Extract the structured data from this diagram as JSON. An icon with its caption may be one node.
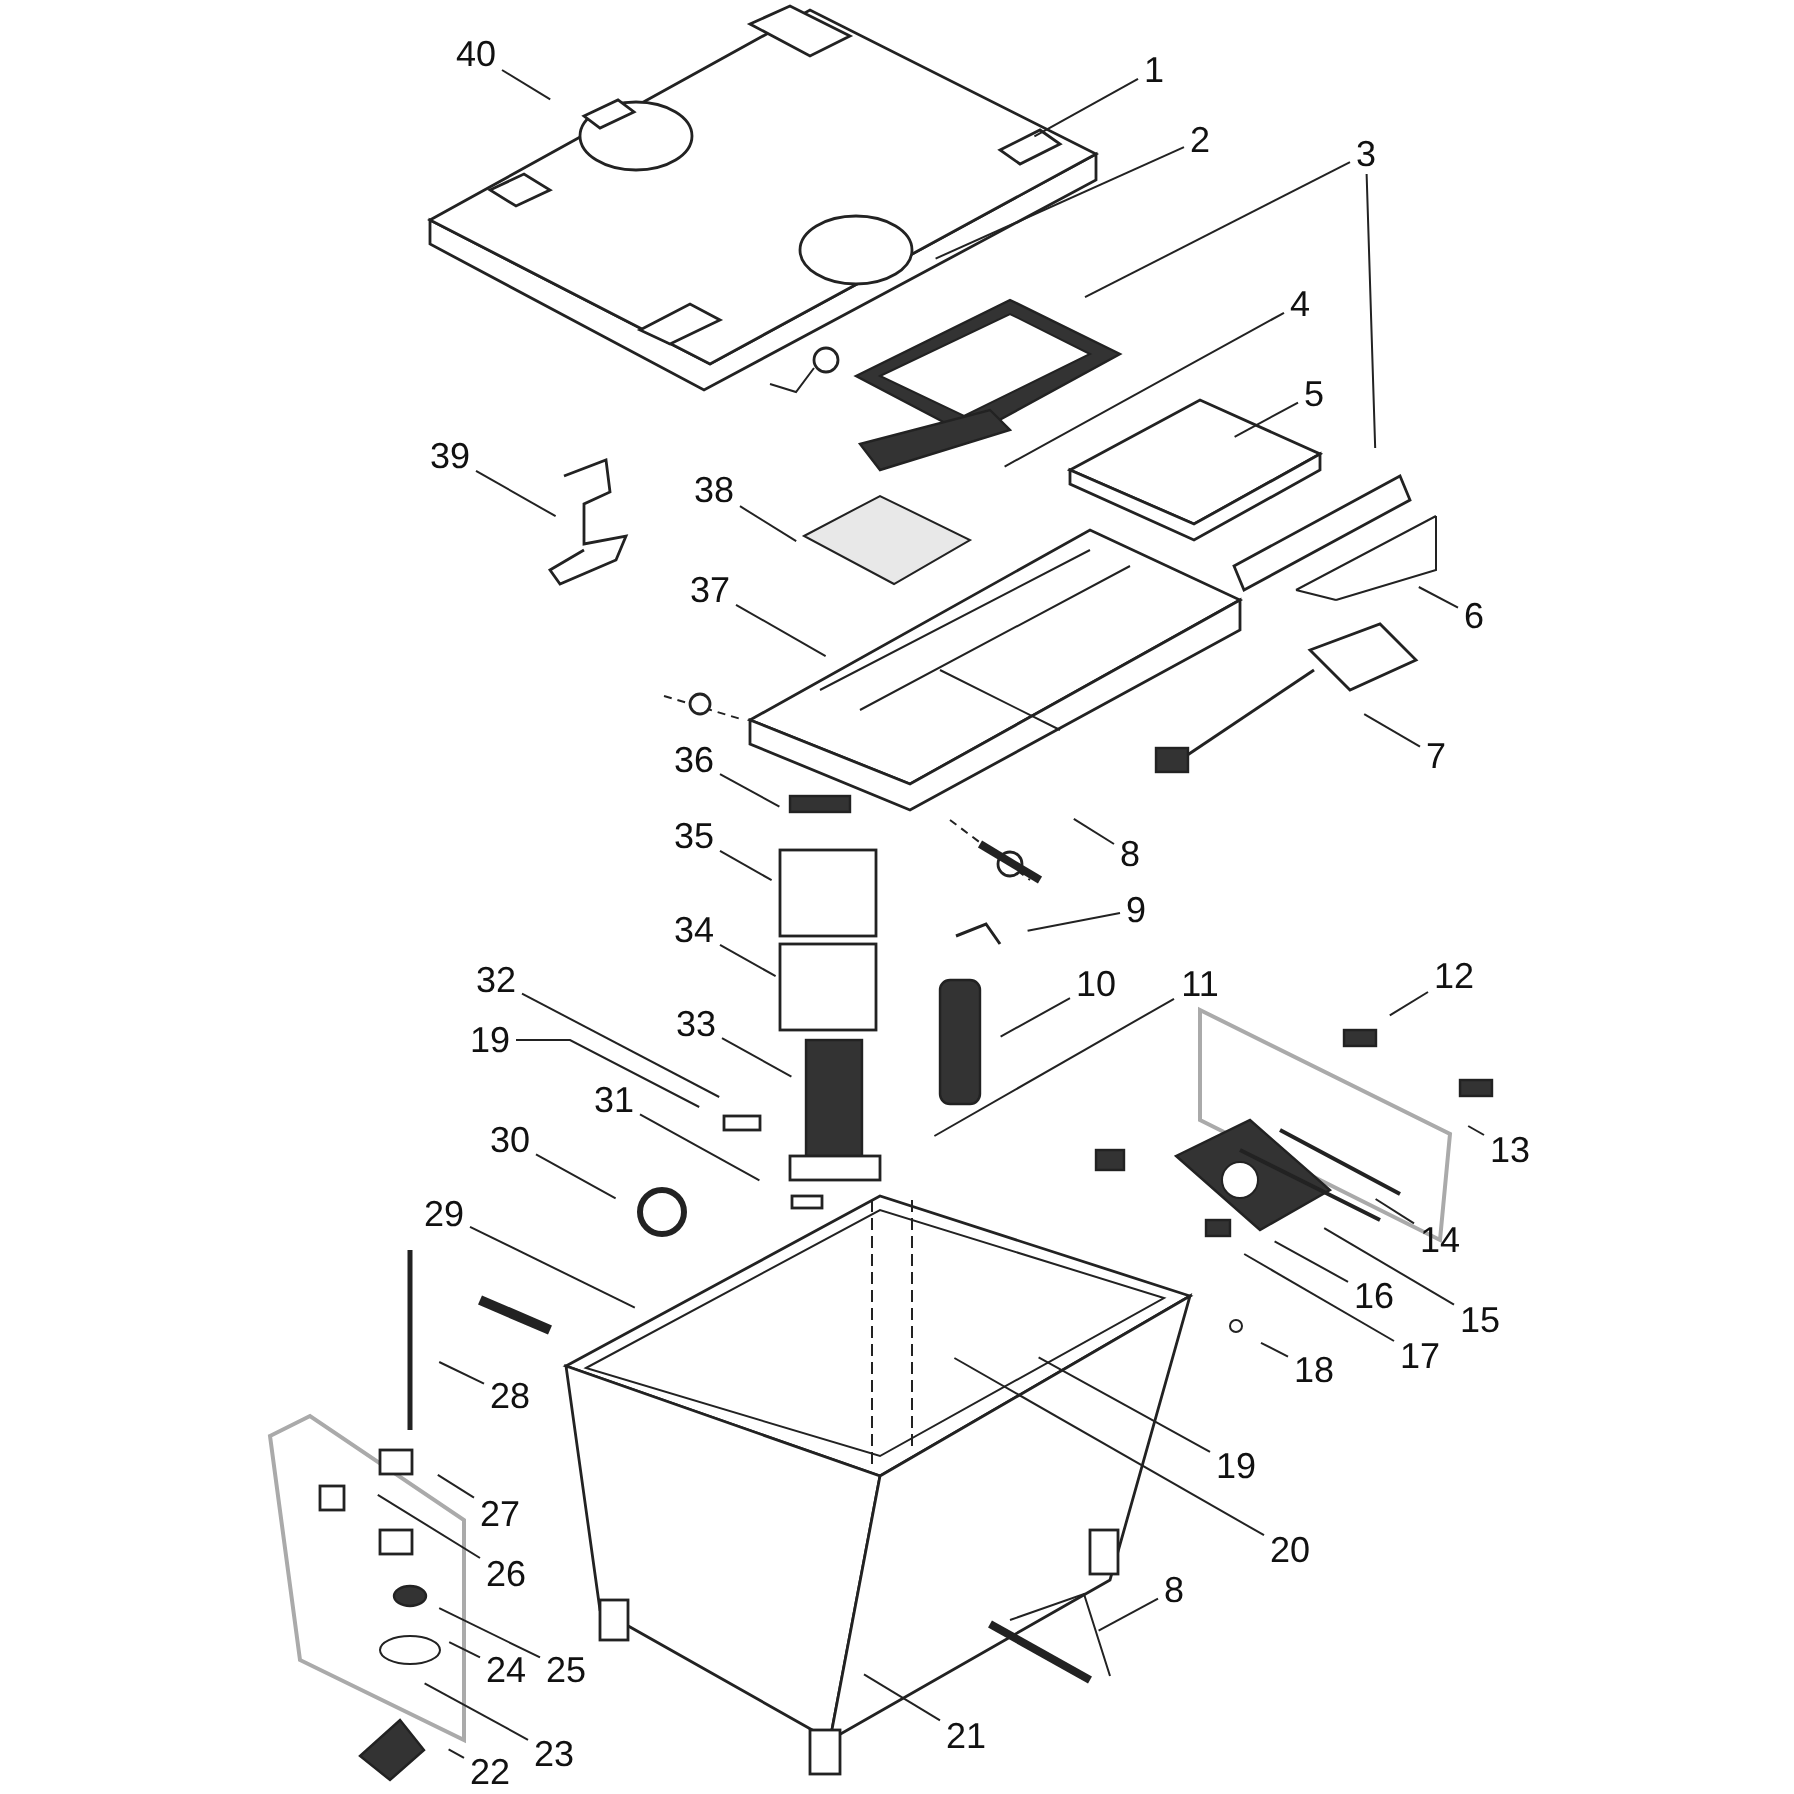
{
  "diagram": {
    "nodes": [
      {
        "text": [
          "1"
        ]
      },
      {
        "text": [
          "2"
        ]
      },
      {
        "text": [
          "3"
        ]
      },
      {
        "text": [
          "4"
        ]
      },
      {
        "text": [
          "5"
        ]
      },
      {
        "text": [
          "6"
        ]
      },
      {
        "text": [
          "7"
        ]
      },
      {
        "text": [
          "8"
        ]
      },
      {
        "text": [
          "9"
        ]
      },
      {
        "text": [
          "10"
        ]
      },
      {
        "text": [
          "11"
        ]
      },
      {
        "text": [
          "12"
        ]
      },
      {
        "text": [
          "13"
        ]
      },
      {
        "text": [
          "14"
        ]
      },
      {
        "text": [
          "15"
        ]
      },
      {
        "text": [
          "16"
        ]
      },
      {
        "text": [
          "17"
        ]
      },
      {
        "text": [
          "18"
        ]
      },
      {
        "text": [
          "19"
        ]
      },
      {
        "text": [
          "20"
        ]
      },
      {
        "text": [
          "8"
        ]
      },
      {
        "text": [
          "21"
        ]
      },
      {
        "text": [
          "22"
        ]
      },
      {
        "text": [
          "23"
        ]
      },
      {
        "text": [
          "24"
        ]
      },
      {
        "text": [
          "25"
        ]
      },
      {
        "text": [
          "26"
        ]
      },
      {
        "text": [
          "27"
        ]
      },
      {
        "text": [
          "28"
        ]
      },
      {
        "text": [
          "29"
        ]
      },
      {
        "text": [
          "30"
        ]
      },
      {
        "text": [
          "31"
        ]
      },
      {
        "text": [
          "32"
        ]
      },
      {
        "text": [
          "19"
        ]
      },
      {
        "text": [
          "33"
        ]
      },
      {
        "text": [
          "34"
        ]
      },
      {
        "text": [
          "35"
        ]
      },
      {
        "text": [
          "36"
        ]
      },
      {
        "text": [
          "37"
        ]
      },
      {
        "text": [
          "38"
        ]
      },
      {
        "text": [
          "39"
        ]
      },
      {
        "text": [
          "40"
        ]
      }
    ],
    "edges": [
      {
        "from": 0,
        "to": null,
        "arrow": "none"
      },
      {
        "from": 1,
        "to": null,
        "arrow": "none"
      },
      {
        "from": 2,
        "to": null,
        "arrow": "none"
      },
      {
        "from": 2,
        "to": null,
        "arrow": "none"
      },
      {
        "from": 3,
        "to": null,
        "arrow": "none"
      },
      {
        "from": 4,
        "to": null,
        "arrow": "none"
      },
      {
        "from": 5,
        "to": null,
        "arrow": "none"
      },
      {
        "from": 6,
        "to": null,
        "arrow": "none"
      },
      {
        "from": 7,
        "to": null,
        "arrow": "none"
      },
      {
        "from": 8,
        "to": null,
        "arrow": "none"
      },
      {
        "from": 9,
        "to": null,
        "arrow": "none"
      },
      {
        "from": 10,
        "to": null,
        "arrow": "none"
      },
      {
        "from": 11,
        "to": null,
        "arrow": "none"
      },
      {
        "from": 12,
        "to": null,
        "arrow": "none"
      },
      {
        "from": 13,
        "to": null,
        "arrow": "none"
      },
      {
        "from": 14,
        "to": null,
        "arrow": "none"
      },
      {
        "from": 15,
        "to": null,
        "arrow": "none"
      },
      {
        "from": 16,
        "to": null,
        "arrow": "none"
      },
      {
        "from": 17,
        "to": null,
        "arrow": "none"
      },
      {
        "from": 18,
        "to": null,
        "arrow": "none"
      },
      {
        "from": 19,
        "to": null,
        "arrow": "none"
      },
      {
        "from": 20,
        "to": null,
        "arrow": "none"
      },
      {
        "from": 21,
        "to": null,
        "arrow": "none"
      },
      {
        "from": 22,
        "to": null,
        "arrow": "none"
      },
      {
        "from": 23,
        "to": null,
        "arrow": "none"
      },
      {
        "from": 24,
        "to": null,
        "arrow": "none"
      },
      {
        "from": 25,
        "to": null,
        "arrow": "none"
      },
      {
        "from": 26,
        "to": null,
        "arrow": "none"
      },
      {
        "from": 27,
        "to": null,
        "arrow": "none"
      },
      {
        "from": 28,
        "to": null,
        "arrow": "none"
      },
      {
        "from": 29,
        "to": null,
        "arrow": "none"
      },
      {
        "from": 30,
        "to": null,
        "arrow": "none"
      },
      {
        "from": 31,
        "to": null,
        "arrow": "none"
      },
      {
        "from": 32,
        "to": null,
        "arrow": "none"
      },
      {
        "from": 33,
        "to": null,
        "arrow": "none"
      },
      {
        "from": 34,
        "to": null,
        "arrow": "none"
      },
      {
        "from": 35,
        "to": null,
        "arrow": "none"
      },
      {
        "from": 36,
        "to": null,
        "arrow": "none"
      },
      {
        "from": 37,
        "to": null,
        "arrow": "none"
      },
      {
        "from": 38,
        "to": null,
        "arrow": "none"
      },
      {
        "from": 39,
        "to": null,
        "arrow": "none"
      },
      {
        "from": 40,
        "to": null,
        "arrow": "none"
      },
      {
        "from": 41,
        "to": null,
        "arrow": "none"
      }
    ]
  }
}
